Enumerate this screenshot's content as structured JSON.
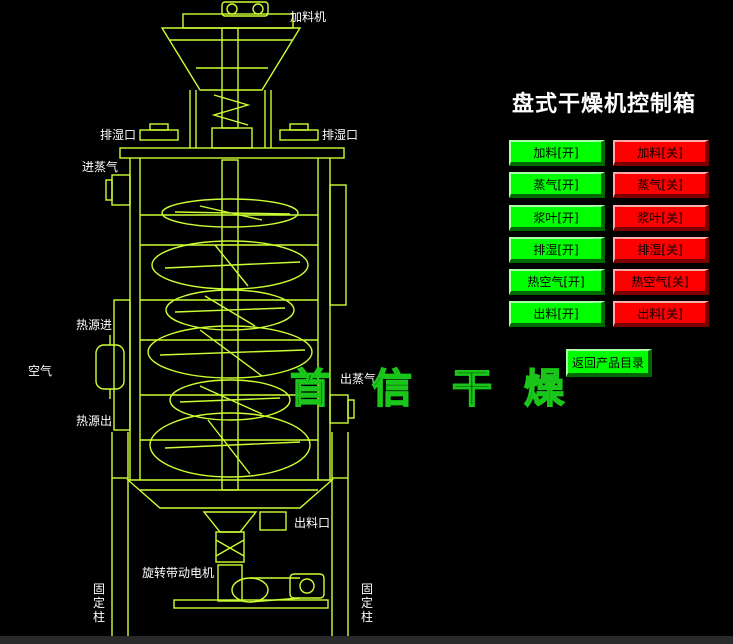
{
  "title": "盘式干燥机控制箱",
  "labels": {
    "feeder": "加料机",
    "exhaust_left": "排湿口",
    "exhaust_right": "排湿口",
    "steam_in": "进蒸气",
    "heat_in": "热源进",
    "air": "空气",
    "heat_out": "热源出",
    "steam_out": "出蒸气",
    "discharge": "出料口",
    "motor": "旋转带动电机",
    "fixed_left": "固定柱",
    "fixed_right": "固定柱"
  },
  "watermark": [
    "首",
    "信",
    "干",
    "燥"
  ],
  "controls": [
    {
      "on": "加料[开]",
      "off": "加料[关]"
    },
    {
      "on": "蒸气[开]",
      "off": "蒸气[关]"
    },
    {
      "on": "浆叶[开]",
      "off": "浆叶[关]"
    },
    {
      "on": "排湿[开]",
      "off": "排湿[关]"
    },
    {
      "on": "热空气[开]",
      "off": "热空气[关]"
    },
    {
      "on": "出料[开]",
      "off": "出料[关]"
    }
  ],
  "back_button": "返回产品目录",
  "colors": {
    "line": "#ccff33",
    "on": "#00ff00",
    "off": "#ff0000",
    "bg": "#000000"
  }
}
